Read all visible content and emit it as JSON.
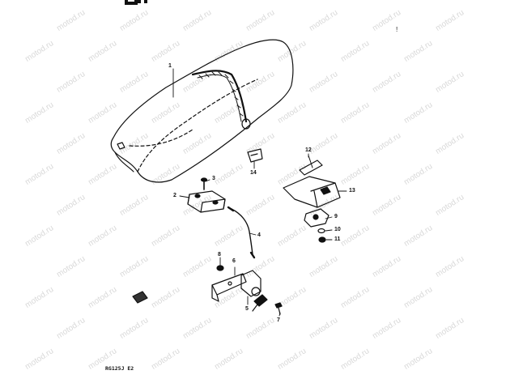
{
  "watermark": "motod.ru",
  "frame_code": "RG125J E2",
  "parts": [
    {
      "number": "1"
    },
    {
      "number": "2"
    },
    {
      "number": "3"
    },
    {
      "number": "4"
    },
    {
      "number": "5"
    },
    {
      "number": "6"
    },
    {
      "number": "7"
    },
    {
      "number": "8"
    },
    {
      "number": "9"
    },
    {
      "number": "10"
    },
    {
      "number": "11"
    },
    {
      "number": "12"
    },
    {
      "number": "13"
    },
    {
      "number": "14"
    }
  ],
  "corner_mark": "!"
}
